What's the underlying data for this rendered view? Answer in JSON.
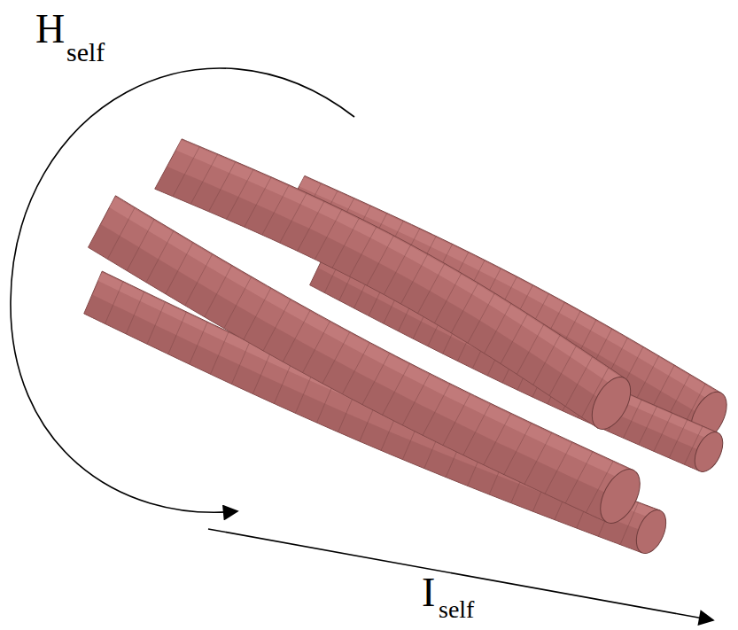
{
  "diagram": {
    "labels": [
      "H",
      "self",
      "I",
      "self"
    ]
  }
}
